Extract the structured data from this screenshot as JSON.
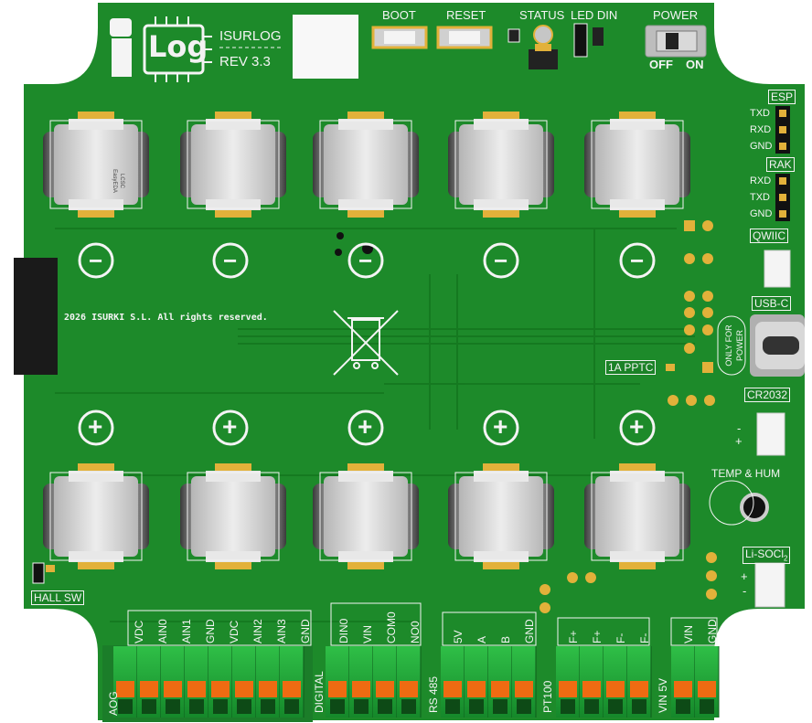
{
  "board": {
    "logo": {
      "letter": "i",
      "word": "Log"
    },
    "name": "ISURLOG",
    "revision": "REV 3.3",
    "copyright": "2026 ISURKI S.L. All rights reserved.",
    "buttons": {
      "boot": "BOOT",
      "reset": "RESET"
    },
    "indicators": {
      "status": "STATUS",
      "led_din": "LED DIN"
    },
    "power": {
      "label": "POWER",
      "off": "OFF",
      "on": "ON"
    },
    "headers": {
      "esp": {
        "title": "ESP",
        "pins": [
          "TXD",
          "RXD",
          "GND"
        ]
      },
      "rak": {
        "title": "RAK",
        "pins": [
          "RXD",
          "TXD",
          "GND"
        ]
      }
    },
    "qwiic": "QWIIC",
    "usb": {
      "label": "USB-C",
      "note_line1": "ONLY FOR",
      "note_line2": "POWER"
    },
    "fuse": "1A PPTC",
    "coin_cell": {
      "label": "CR2032",
      "minus": "-",
      "plus": "+"
    },
    "temp_hum": "TEMP & HUM",
    "battery": {
      "label": "Li-SOCl",
      "subscript": "2",
      "plus": "+",
      "minus": "-"
    },
    "hall": "HALL SW",
    "polarity": {
      "minus": "−",
      "plus": "+"
    },
    "cell_marking": {
      "brand1": "LCSC",
      "brand2": "EasyEDA"
    },
    "terminals": [
      {
        "group": "AOG",
        "pins": [
          "VDC",
          "AIN0",
          "AIN1",
          "GND",
          "VDC",
          "AIN2",
          "AIN3",
          "GND"
        ]
      },
      {
        "group": "DIGITAL",
        "pins": [
          "DIN0",
          "VIN",
          "COM0",
          "NO0"
        ]
      },
      {
        "group": "RS 485",
        "pins": [
          "5V",
          "A",
          "B",
          "GND"
        ]
      },
      {
        "group": "PT100",
        "pins": [
          "F+",
          "F+",
          "F-",
          "F-"
        ]
      },
      {
        "group": "VIN 5V",
        "pins": [
          "VIN",
          "GND"
        ]
      }
    ]
  },
  "colors": {
    "pcb": "#1d8a2a",
    "pcb_dark": "#136d1e",
    "silk": "#f4f4f4",
    "gold": "#e2b13a",
    "terminal_green": "#23a83a",
    "terminal_orange": "#ef6b12",
    "holder_gray": "#d9d9d9"
  }
}
